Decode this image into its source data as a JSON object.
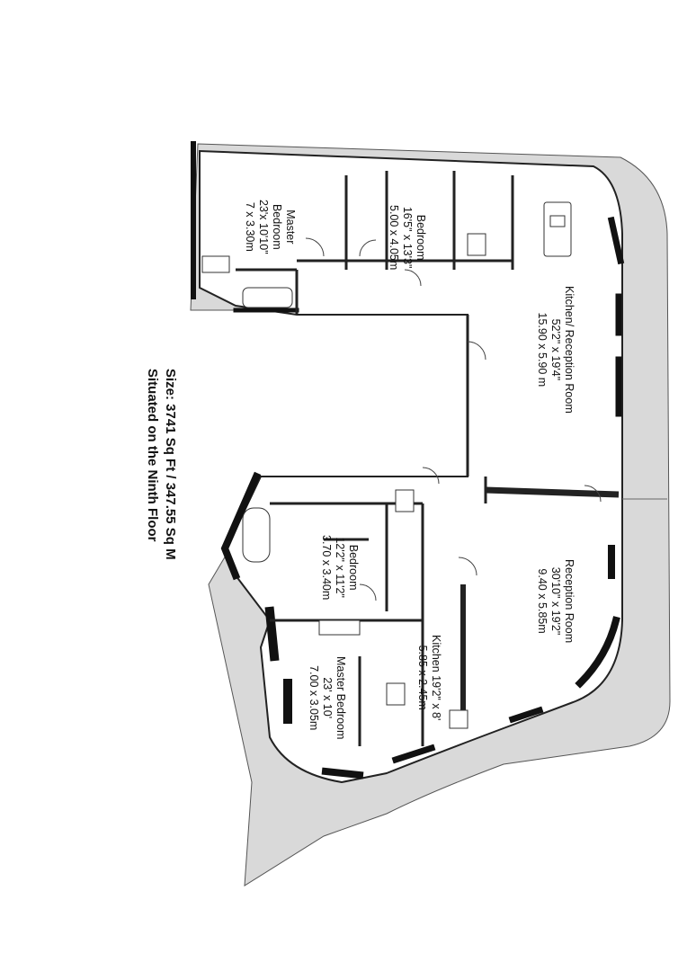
{
  "info": {
    "size": "Size: 3741 Sq Ft / 347.55 Sq M",
    "floor": "Situated on the Ninth Floor"
  },
  "rooms": [
    {
      "name": "Master\nBedroom",
      "imperial": "23'x 10'10\"",
      "metric": "7 x 3.30m"
    },
    {
      "name": "Bedroom",
      "imperial": "16'5\" x 13'3\"",
      "metric": "5.00 x 4.05m"
    },
    {
      "name": "Kitchen/ Reception Room",
      "imperial": "52'2\" x 19'4\"",
      "metric": "15.90 x 5.90 m"
    },
    {
      "name": "Reception Room",
      "imperial": "30'10\" x 19'2\"",
      "metric": "9.40 x 5.85m"
    },
    {
      "name": "Bedroom",
      "imperial": "12'2\" x 11'2\"",
      "metric": "3.70 x 3.40m"
    },
    {
      "name": "Kitchen 19'2\" x 8'",
      "imperial": "5.85 x 2.45m",
      "metric": ""
    },
    {
      "name": "Master Bedroom",
      "imperial": "23' x 10'",
      "metric": "7.00 x 3.05m"
    }
  ],
  "colors": {
    "terrace": "#d9d9d9",
    "wall": "#111111",
    "floor": "#ffffff"
  }
}
